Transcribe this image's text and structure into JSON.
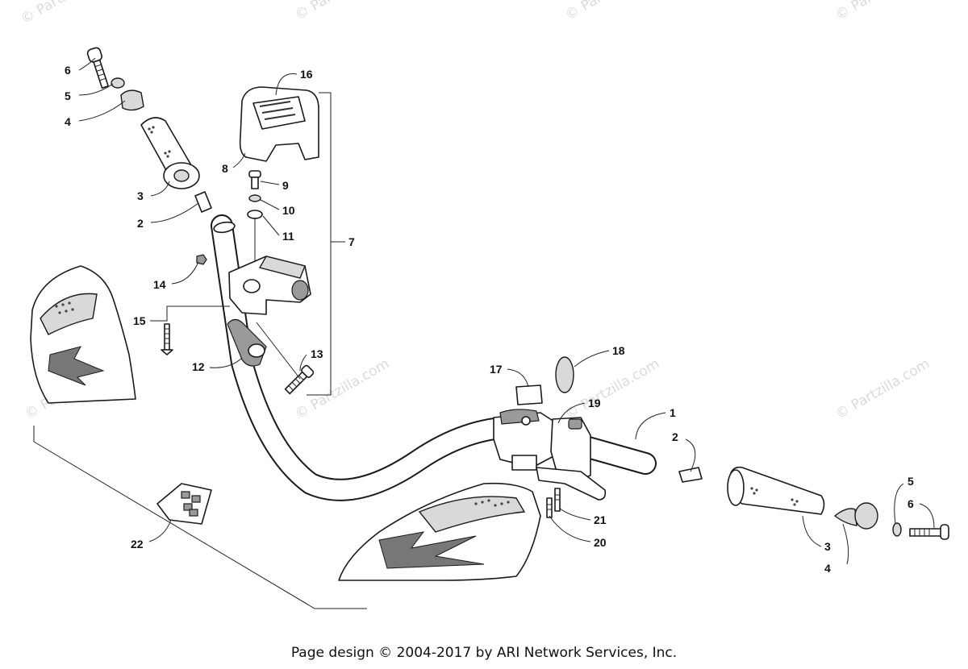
{
  "watermarks": [
    "© Partzilla.com",
    "© Partzilla.com",
    "© Partzilla.com",
    "© Partzilla.com",
    "© Partzilla.com",
    "© Partzilla.com",
    "© Partzilla.com",
    "© Partzilla.com"
  ],
  "callouts": [
    "1",
    "2",
    "2",
    "3",
    "3",
    "4",
    "4",
    "5",
    "5",
    "6",
    "6",
    "7",
    "8",
    "9",
    "10",
    "11",
    "12",
    "13",
    "14",
    "15",
    "16",
    "17",
    "18",
    "19",
    "20",
    "21",
    "22"
  ],
  "footer": "Page design © 2004-2017 by ARI Network Services, Inc."
}
